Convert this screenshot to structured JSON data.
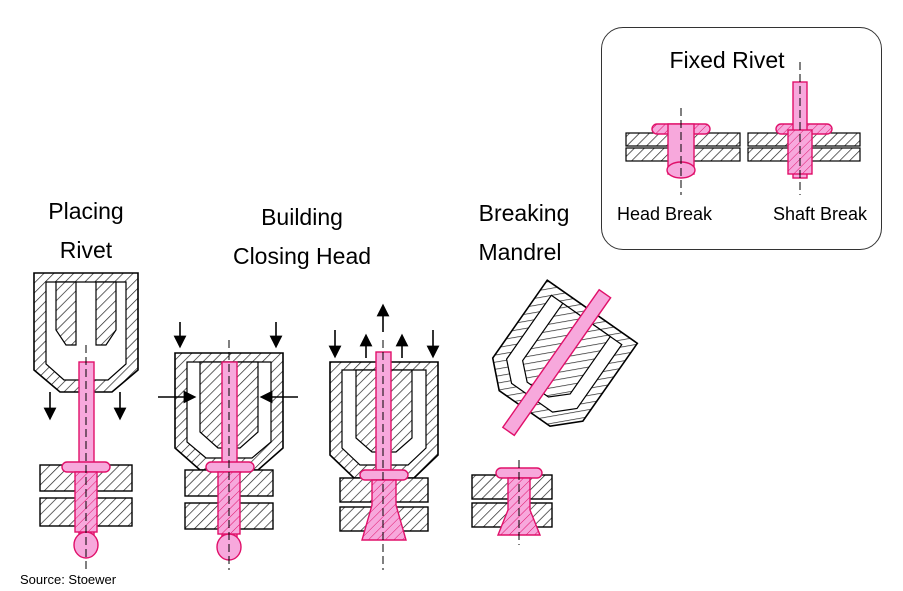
{
  "stages": {
    "placing": {
      "line1": "Placing",
      "line2": "Rivet"
    },
    "building": {
      "line1": "Building",
      "line2": "Closing Head"
    },
    "breaking": {
      "line1": "Breaking",
      "line2": "Mandrel"
    }
  },
  "inset": {
    "title": "Fixed Rivet",
    "head_break": "Head Break",
    "shaft_break": "Shaft Break"
  },
  "source": "Source: Stoewer",
  "colors": {
    "rivet_fill": "#f7a8dc",
    "rivet_stroke": "#e0106a",
    "hatch": "#222222"
  }
}
